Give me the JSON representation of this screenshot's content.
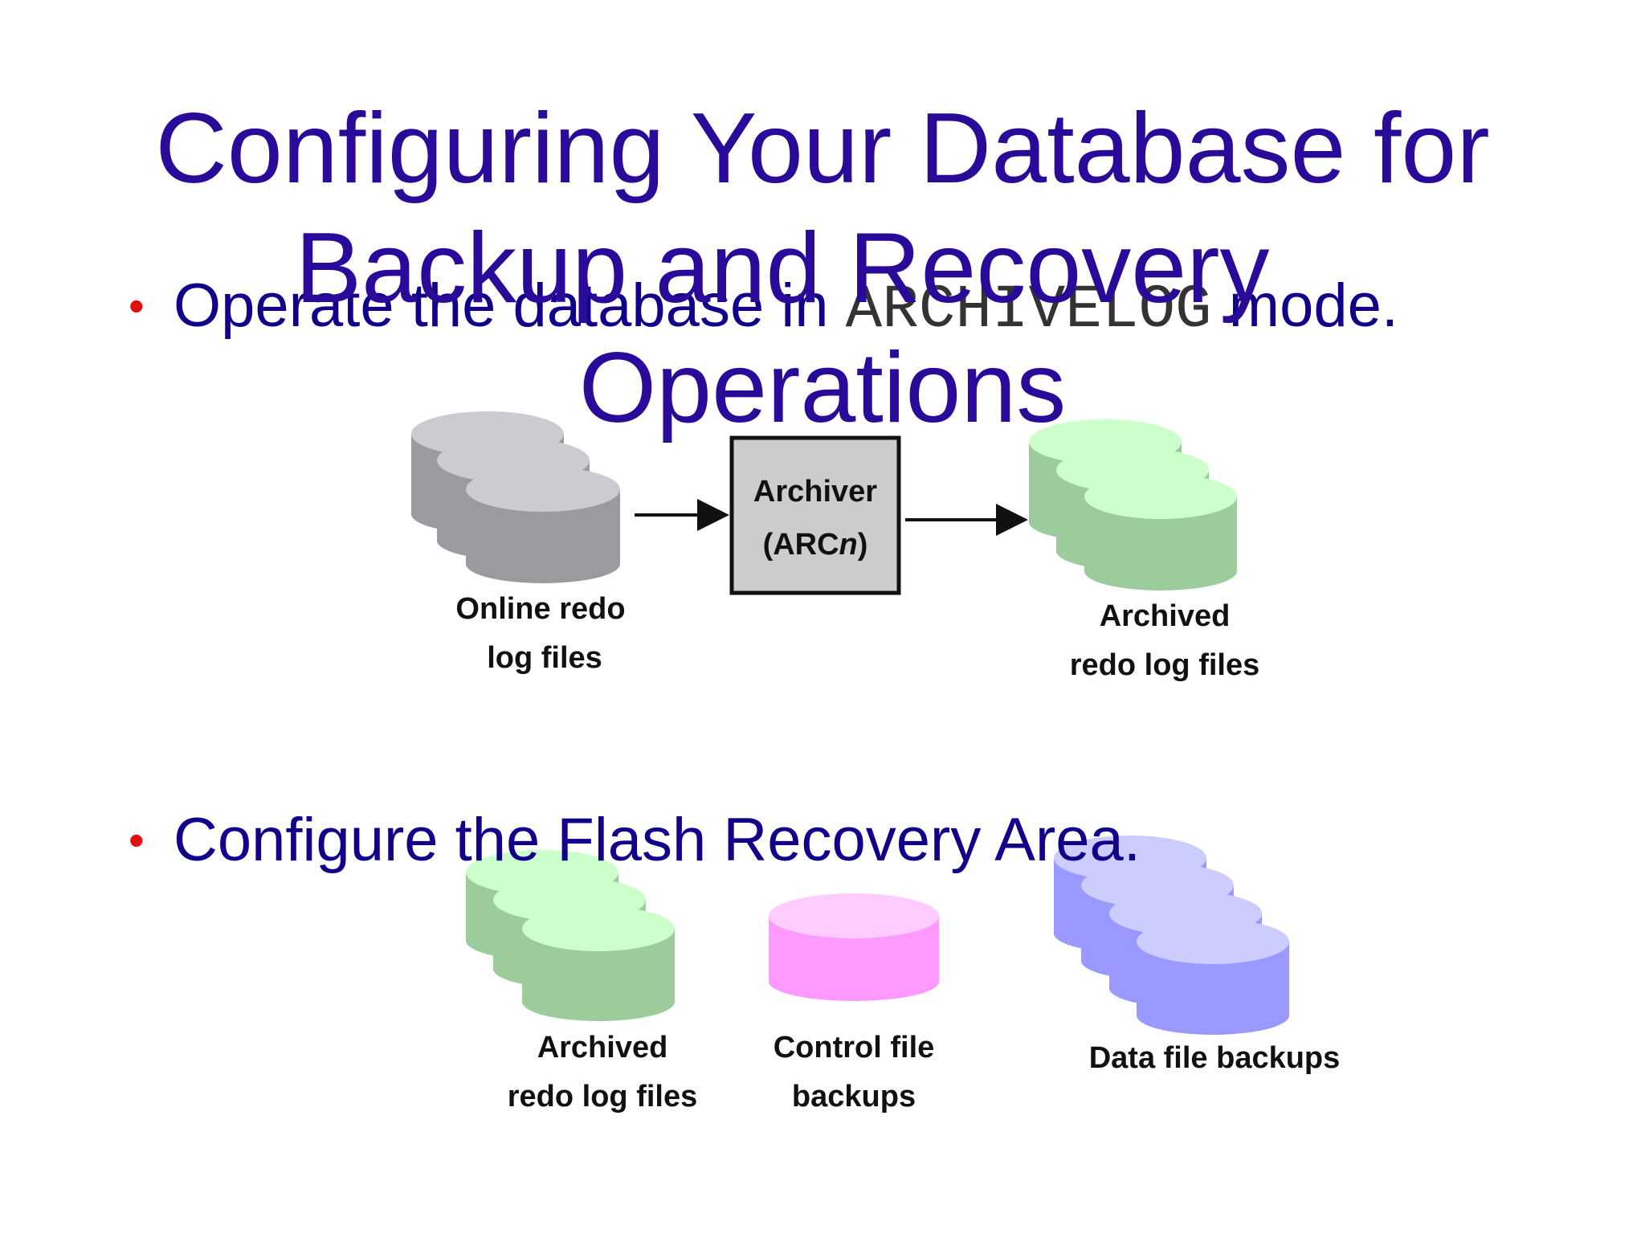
{
  "title": {
    "line1": "Configuring Your Database for",
    "line2": "Backup and Recovery",
    "line3": "Operations"
  },
  "bullets": [
    {
      "before": "Operate the database in ",
      "mono": "ARCHIVELOG",
      "after": " mode."
    },
    {
      "text": "Configure the Flash Recovery Area."
    }
  ],
  "archivelog_diagram": {
    "source_label": [
      "Online redo",
      "log files"
    ],
    "process_label": [
      "Archiver",
      "(ARC",
      "n",
      ")"
    ],
    "target_label": [
      "Archived",
      "redo log files"
    ]
  },
  "flash_area_diagram": {
    "items": [
      {
        "label": [
          "Archived",
          "redo log files"
        ]
      },
      {
        "label": [
          "Control file",
          "backups"
        ]
      },
      {
        "label": [
          "Data file backups"
        ]
      }
    ]
  },
  "colors": {
    "title": "#2a0a99",
    "bullet_text": "#11008a",
    "bullet_dot": "#e01010",
    "online_log": "#9c9a9e",
    "archived_log": "#9ccc9c",
    "control_file": "#ff99ff",
    "data_file": "#9999ff",
    "archiver_box": "#cccccc"
  }
}
